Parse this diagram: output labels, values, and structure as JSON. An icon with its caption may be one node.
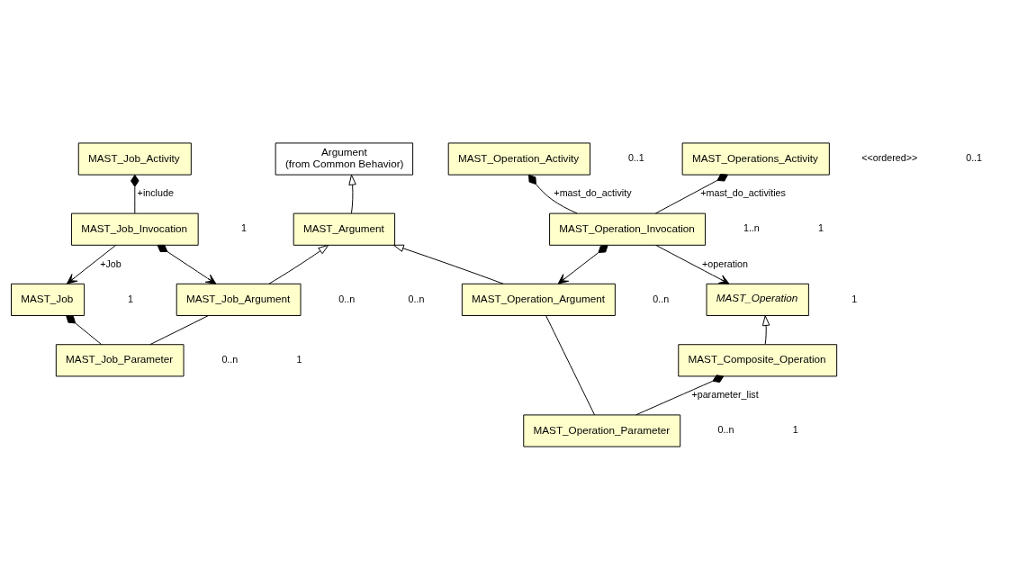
{
  "diagram": {
    "nodes": [
      {
        "text": [
          "MAST_Job_Activity"
        ]
      },
      {
        "text": [
          "MAST_Operation_Activity"
        ]
      },
      {
        "text": [
          "MAST_Operations_Activity"
        ]
      },
      {
        "text": [
          "Argument",
          "(from Common Behavior)"
        ]
      },
      {
        "text": [
          "MAST_Job_Invocation"
        ]
      },
      {
        "text": [
          "MAST_Argument"
        ]
      },
      {
        "text": [
          "MAST_Operation_Invocation"
        ]
      },
      {
        "text": [
          "MAST_Job"
        ]
      },
      {
        "text": [
          "MAST_Operation"
        ]
      },
      {
        "text": [
          "MAST_Job_Argument"
        ]
      },
      {
        "text": [
          "MAST_Operation_Argument"
        ]
      },
      {
        "text": [
          "MAST_Composite_Operation"
        ]
      },
      {
        "text": [
          "MAST_Job_Parameter"
        ]
      },
      {
        "text": [
          "MAST_Operation_Parameter"
        ]
      }
    ],
    "edges": [
      {
        "from": 0,
        "to": 4,
        "arrow": "other",
        "label": "+include"
      },
      {
        "from": 1,
        "to": 6,
        "arrow": "other",
        "label": "+mast_do_activity"
      },
      {
        "from": 2,
        "to": 6,
        "arrow": "other",
        "label": "+mast_do_activities"
      },
      {
        "from": 5,
        "to": 3,
        "arrow": "to"
      },
      {
        "from": 9,
        "to": 5,
        "arrow": "to"
      },
      {
        "from": 10,
        "to": 5,
        "arrow": "to"
      },
      {
        "from": 4,
        "to": 7,
        "arrow": "to",
        "label": "+Job"
      },
      {
        "from": 4,
        "to": 9,
        "arrow": "to"
      },
      {
        "from": 6,
        "to": 10,
        "arrow": "to"
      },
      {
        "from": 6,
        "to": 8,
        "arrow": "to",
        "label": "+operation"
      },
      {
        "from": 11,
        "to": 8,
        "arrow": "to"
      },
      {
        "from": 7,
        "to": 12,
        "arrow": "other"
      },
      {
        "from": 9,
        "to": 12,
        "arrow": "none"
      },
      {
        "from": 10,
        "to": 13,
        "arrow": "none"
      },
      {
        "from": 11,
        "to": 13,
        "arrow": "other",
        "label": "+parameter_list"
      }
    ],
    "labels": [
      "0..1",
      "0..1",
      "<<ordered>>",
      "1",
      "1",
      "1..n",
      "1",
      "1",
      "0..n",
      "0..n",
      "0..n",
      "1",
      "1",
      "0..n",
      "0..n"
    ]
  }
}
